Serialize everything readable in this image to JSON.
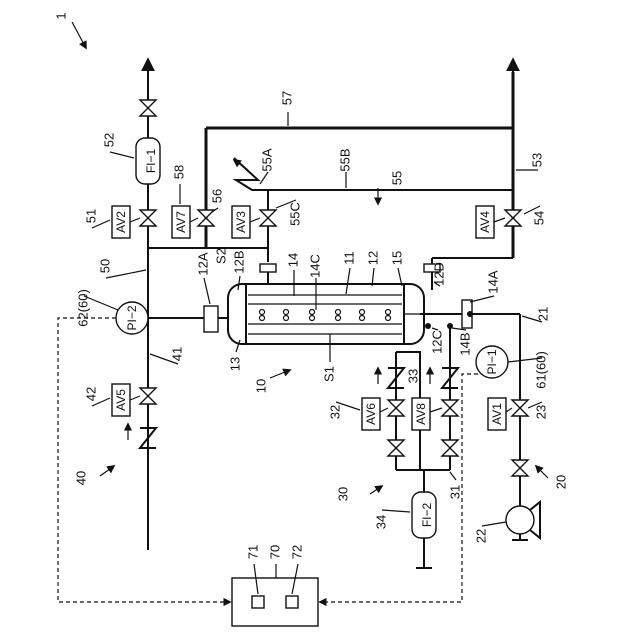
{
  "labels": {
    "fig": "1",
    "r10": "10",
    "r11": "11",
    "r12": "12",
    "r12A": "12A",
    "r12B": "12B",
    "r12C": "12C",
    "r12D": "12D",
    "r13": "13",
    "r14": "14",
    "r14A": "14A",
    "r14B": "14B",
    "r14C": "14C",
    "r15": "15",
    "S1": "S1",
    "S2": "S2",
    "r20": "20",
    "r21": "21",
    "r22": "22",
    "r23": "23",
    "r30": "30",
    "r31": "31",
    "r32": "32",
    "r33": "33",
    "r34": "34",
    "r40": "40",
    "r41": "41",
    "r42": "42",
    "r50": "50",
    "r51": "51",
    "r52": "52",
    "r53": "53",
    "r54": "54",
    "r55": "55",
    "r55A": "55A",
    "r55B": "55B",
    "r55C": "55C",
    "r56": "56",
    "r57": "57",
    "r58": "58",
    "r61": "61(60)",
    "r62": "62(60)",
    "r70": "70",
    "r71": "71",
    "r72": "72"
  },
  "instruments": {
    "FI1": "FI−1",
    "FI2": "FI−2",
    "PI1": "PI−1",
    "PI2": "PI−2",
    "AV1": "AV1",
    "AV2": "AV2",
    "AV3": "AV3",
    "AV4": "AV4",
    "AV5": "AV5",
    "AV6": "AV6",
    "AV7": "AV7",
    "AV8": "AV8"
  }
}
